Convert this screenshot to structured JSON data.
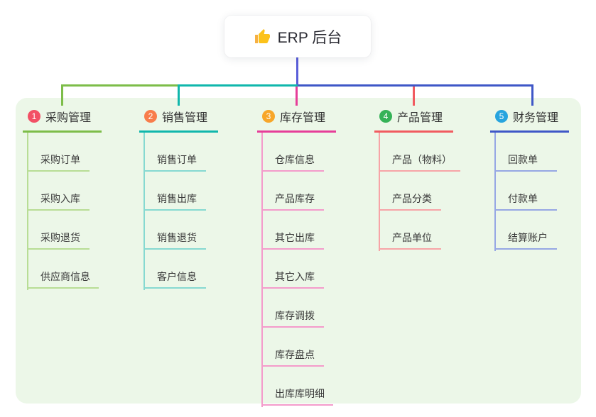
{
  "root": {
    "label": "ERP 后台",
    "icon": "thumbs-up-icon"
  },
  "colors": {
    "panel_bg": "#ecf7e8",
    "root_line": "#5a5ed9",
    "branch_purchase": "#7dbd49",
    "branch_sales": "#10b7ac",
    "branch_inventory": "#e63e99",
    "branch_product": "#f15b60",
    "branch_finance": "#3f57c7",
    "badge_1": "#f25065",
    "badge_2": "#f87d4b",
    "badge_3": "#f7a629",
    "badge_4": "#35b257",
    "badge_5": "#27a4de"
  },
  "branches": [
    {
      "num": "1",
      "label": "采购管理",
      "children": [
        "采购订单",
        "采购入库",
        "采购退货",
        "供应商信息"
      ]
    },
    {
      "num": "2",
      "label": "销售管理",
      "children": [
        "销售订单",
        "销售出库",
        "销售退货",
        "客户信息"
      ]
    },
    {
      "num": "3",
      "label": "库存管理",
      "children": [
        "仓库信息",
        "产品库存",
        "其它出库",
        "其它入库",
        "库存调拨",
        "库存盘点",
        "出库库明细"
      ]
    },
    {
      "num": "4",
      "label": "产品管理",
      "children": [
        "产品（物料）",
        "产品分类",
        "产品单位"
      ]
    },
    {
      "num": "5",
      "label": "财务管理",
      "children": [
        "回款单",
        "付款单",
        "结算账户"
      ]
    }
  ]
}
